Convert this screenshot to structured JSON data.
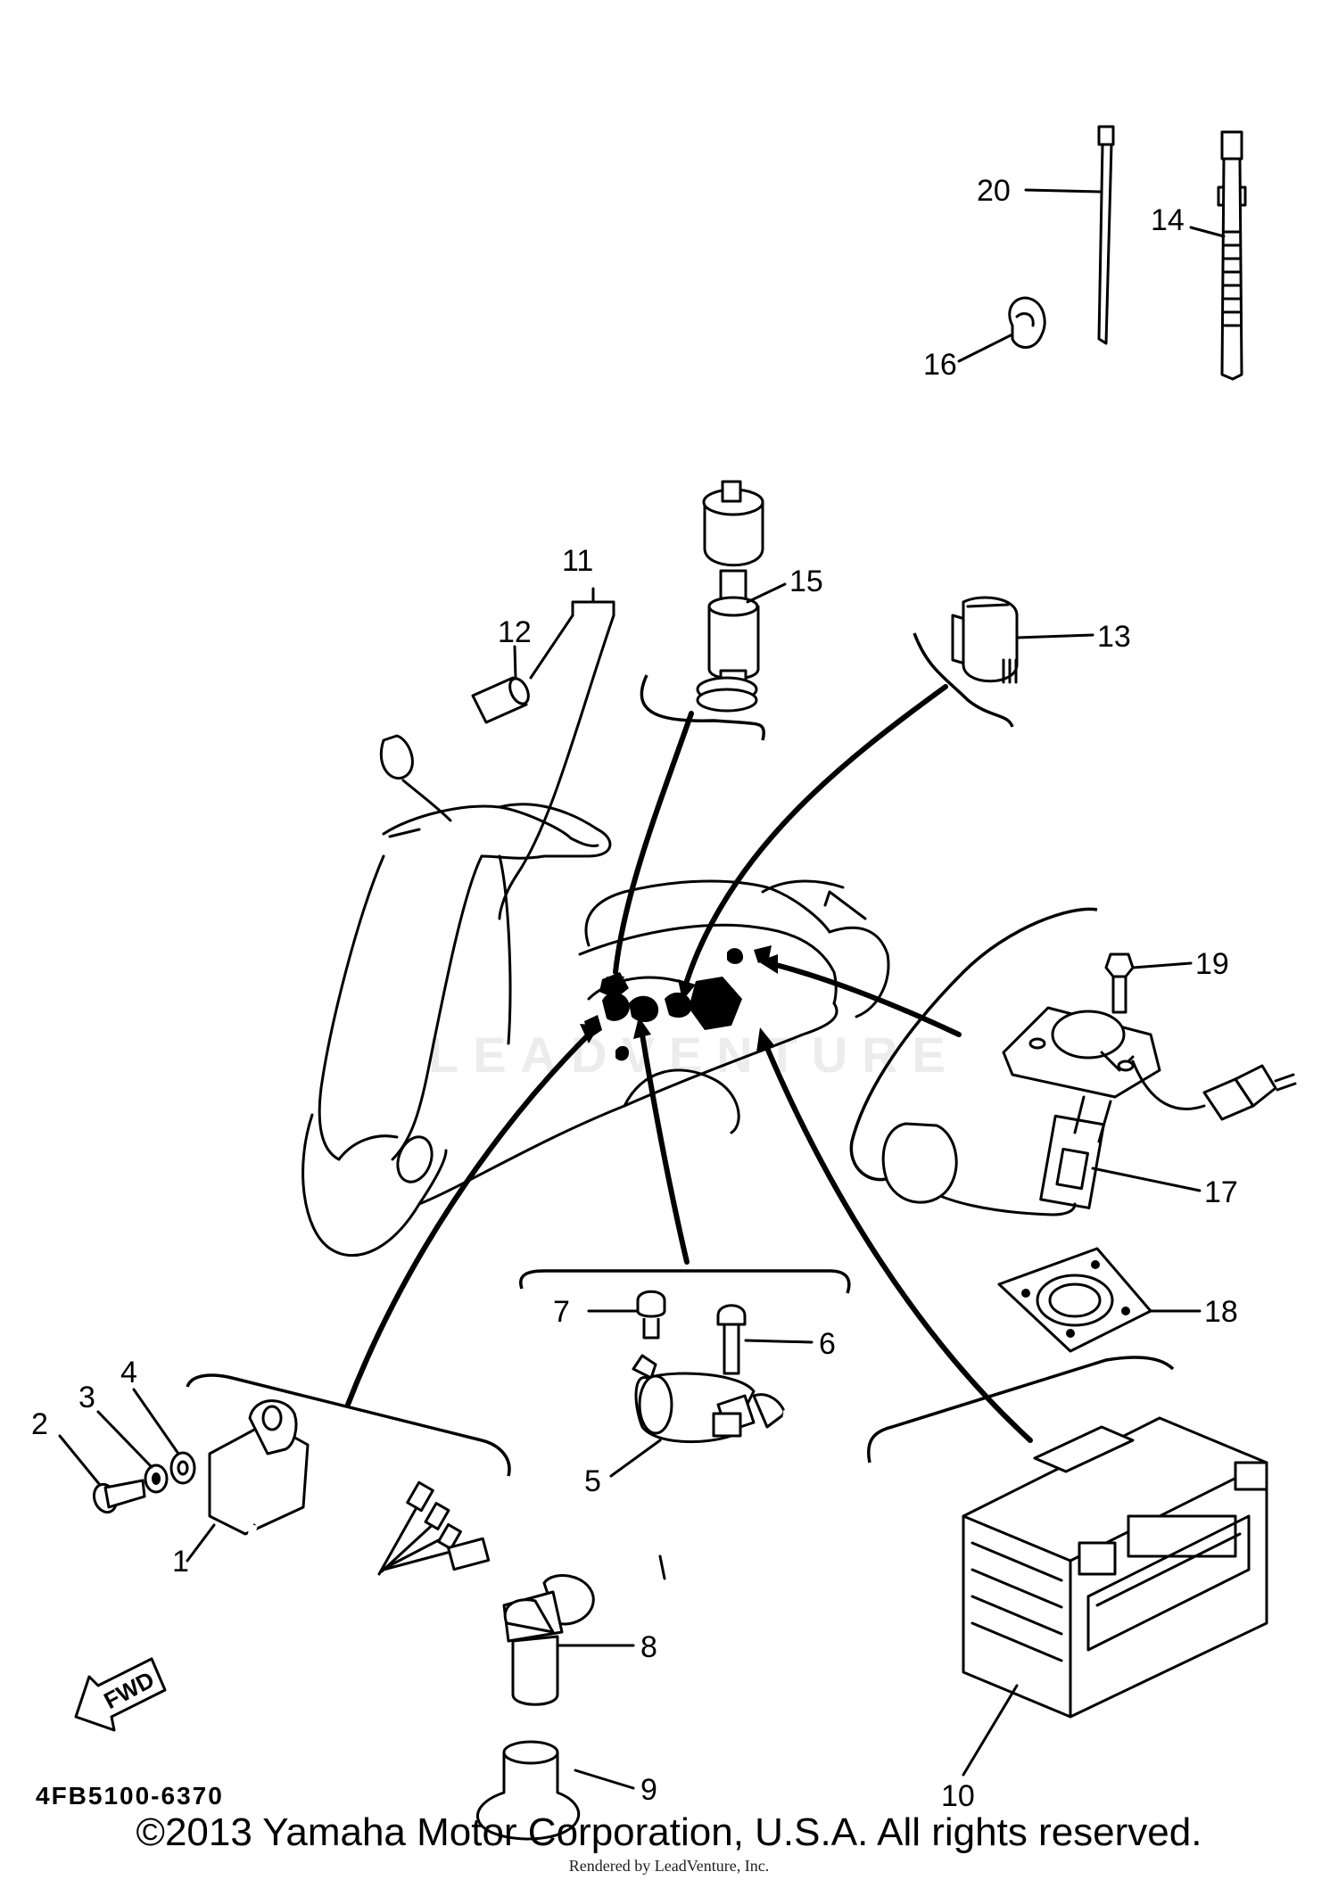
{
  "figure_code": "4FB5100-6370",
  "copyright": "©2013 Yamaha Motor Corporation, U.S.A. All rights reserved.",
  "rendered_by": "Rendered by LeadVenture, Inc.",
  "watermark": "LEADVENTURE",
  "fwd_label": "FWD",
  "callouts": {
    "p1": "1",
    "p2": "2",
    "p3": "3",
    "p4": "4",
    "p5": "5",
    "p6": "6",
    "p7": "7",
    "p8": "8",
    "p9": "9",
    "p10": "10",
    "p11": "11",
    "p12": "12",
    "p13": "13",
    "p14": "14",
    "p15": "15",
    "p16": "16",
    "p17": "17",
    "p18": "18",
    "p19": "19",
    "p20": "20"
  }
}
